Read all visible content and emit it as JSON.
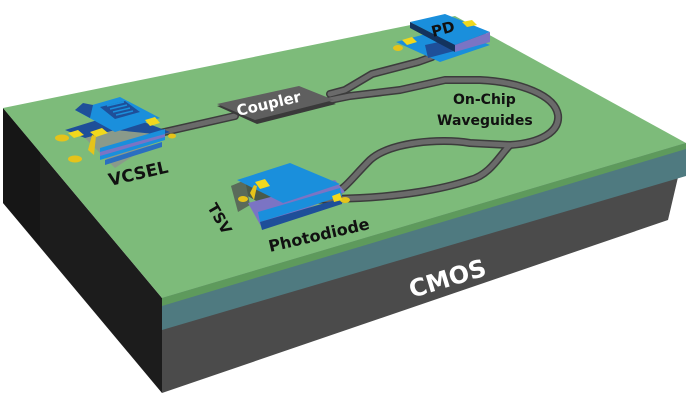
{
  "figure": {
    "title": "On-chip optical interconnect on CMOS",
    "colors": {
      "chip_top": "#7dbb7a",
      "chip_top_edge": "#5e9a5c",
      "oxide_layer": "#4f7a80",
      "cmos_front": "#4b4b4b",
      "cmos_left": "#1f1f1f",
      "waveguide": "#595959",
      "device_blue": "#1a8fdc",
      "device_dark": "#1e4f99",
      "device_purple": "#7b74c4",
      "contact_gold": "#f1d81d"
    }
  },
  "labels": {
    "vcsel": "VCSEL",
    "coupler": "Coupler",
    "pd": "PD",
    "waveguides_line1": "On-Chip",
    "waveguides_line2": "Waveguides",
    "tsv": "TSV",
    "photodiode": "Photodiode",
    "cmos": "CMOS"
  }
}
